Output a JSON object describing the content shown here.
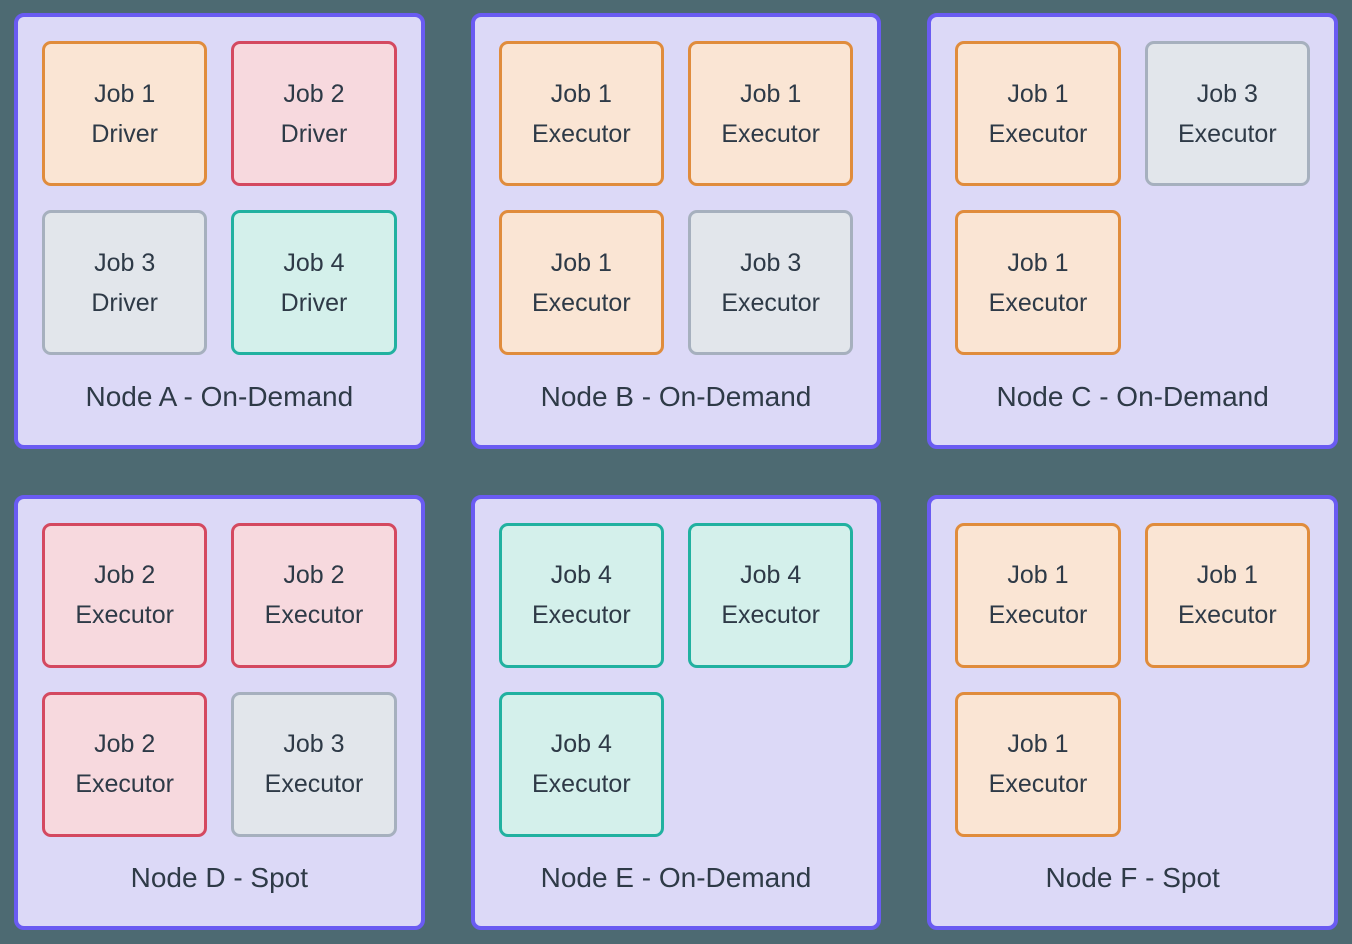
{
  "colors": {
    "page_bg": "#4D6A72",
    "node_bg": "#DCD9F7",
    "node_border": "#6A5BF2",
    "text": "#2E3A47"
  },
  "job_styles": {
    "job1": {
      "border": "#E08C3C",
      "bg": "#FAE5D4"
    },
    "job2": {
      "border": "#D44960",
      "bg": "#F7D9DE"
    },
    "job3": {
      "border": "#A6B0BE",
      "bg": "#E2E6EB"
    },
    "job4": {
      "border": "#21B1A0",
      "bg": "#D4F0EB"
    }
  },
  "nodes": [
    {
      "id": "node-a",
      "title": "Node A - On-Demand",
      "jobs": [
        {
          "line1": "Job 1",
          "line2": "Driver",
          "style": "job1"
        },
        {
          "line1": "Job 2",
          "line2": "Driver",
          "style": "job2"
        },
        {
          "line1": "Job 3",
          "line2": "Driver",
          "style": "job3"
        },
        {
          "line1": "Job 4",
          "line2": "Driver",
          "style": "job4"
        }
      ]
    },
    {
      "id": "node-b",
      "title": "Node B - On-Demand",
      "jobs": [
        {
          "line1": "Job 1",
          "line2": "Executor",
          "style": "job1"
        },
        {
          "line1": "Job 1",
          "line2": "Executor",
          "style": "job1"
        },
        {
          "line1": "Job 1",
          "line2": "Executor",
          "style": "job1"
        },
        {
          "line1": "Job 3",
          "line2": "Executor",
          "style": "job3"
        }
      ]
    },
    {
      "id": "node-c",
      "title": "Node C - On-Demand",
      "jobs": [
        {
          "line1": "Job 1",
          "line2": "Executor",
          "style": "job1"
        },
        {
          "line1": "Job 3",
          "line2": "Executor",
          "style": "job3"
        },
        {
          "line1": "Job 1",
          "line2": "Executor",
          "style": "job1"
        }
      ]
    },
    {
      "id": "node-d",
      "title": "Node D - Spot",
      "jobs": [
        {
          "line1": "Job 2",
          "line2": "Executor",
          "style": "job2"
        },
        {
          "line1": "Job 2",
          "line2": "Executor",
          "style": "job2"
        },
        {
          "line1": "Job 2",
          "line2": "Executor",
          "style": "job2"
        },
        {
          "line1": "Job 3",
          "line2": "Executor",
          "style": "job3"
        }
      ]
    },
    {
      "id": "node-e",
      "title": "Node E - On-Demand",
      "jobs": [
        {
          "line1": "Job 4",
          "line2": "Executor",
          "style": "job4"
        },
        {
          "line1": "Job 4",
          "line2": "Executor",
          "style": "job4"
        },
        {
          "line1": "Job 4",
          "line2": "Executor",
          "style": "job4"
        }
      ]
    },
    {
      "id": "node-f",
      "title": "Node F - Spot",
      "jobs": [
        {
          "line1": "Job 1",
          "line2": "Executor",
          "style": "job1"
        },
        {
          "line1": "Job 1",
          "line2": "Executor",
          "style": "job1"
        },
        {
          "line1": "Job 1",
          "line2": "Executor",
          "style": "job1"
        }
      ]
    }
  ]
}
